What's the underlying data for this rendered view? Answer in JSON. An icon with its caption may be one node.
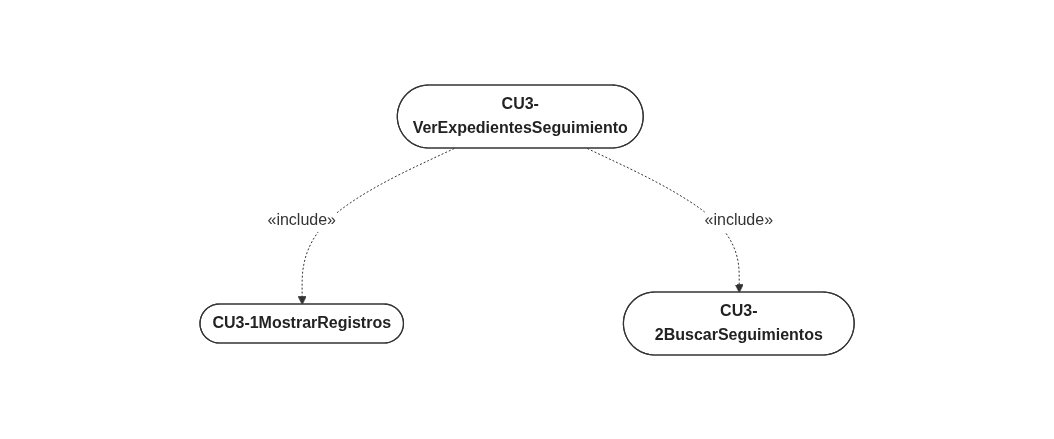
{
  "diagram": {
    "nodes": [
      {
        "text": [
          "CU3-VerExpedientesSeguimiento"
        ]
      },
      {
        "text": [
          "CU3-1MostrarRegistros"
        ]
      },
      {
        "text": [
          "CU3-2BuscarSeguimientos"
        ]
      }
    ],
    "edges": [
      {
        "from": 0,
        "to": 1,
        "arrow": "to",
        "style": "dashed",
        "label": "«include»"
      },
      {
        "from": 0,
        "to": 2,
        "arrow": "to",
        "style": "dashed",
        "label": "«include»"
      }
    ]
  }
}
